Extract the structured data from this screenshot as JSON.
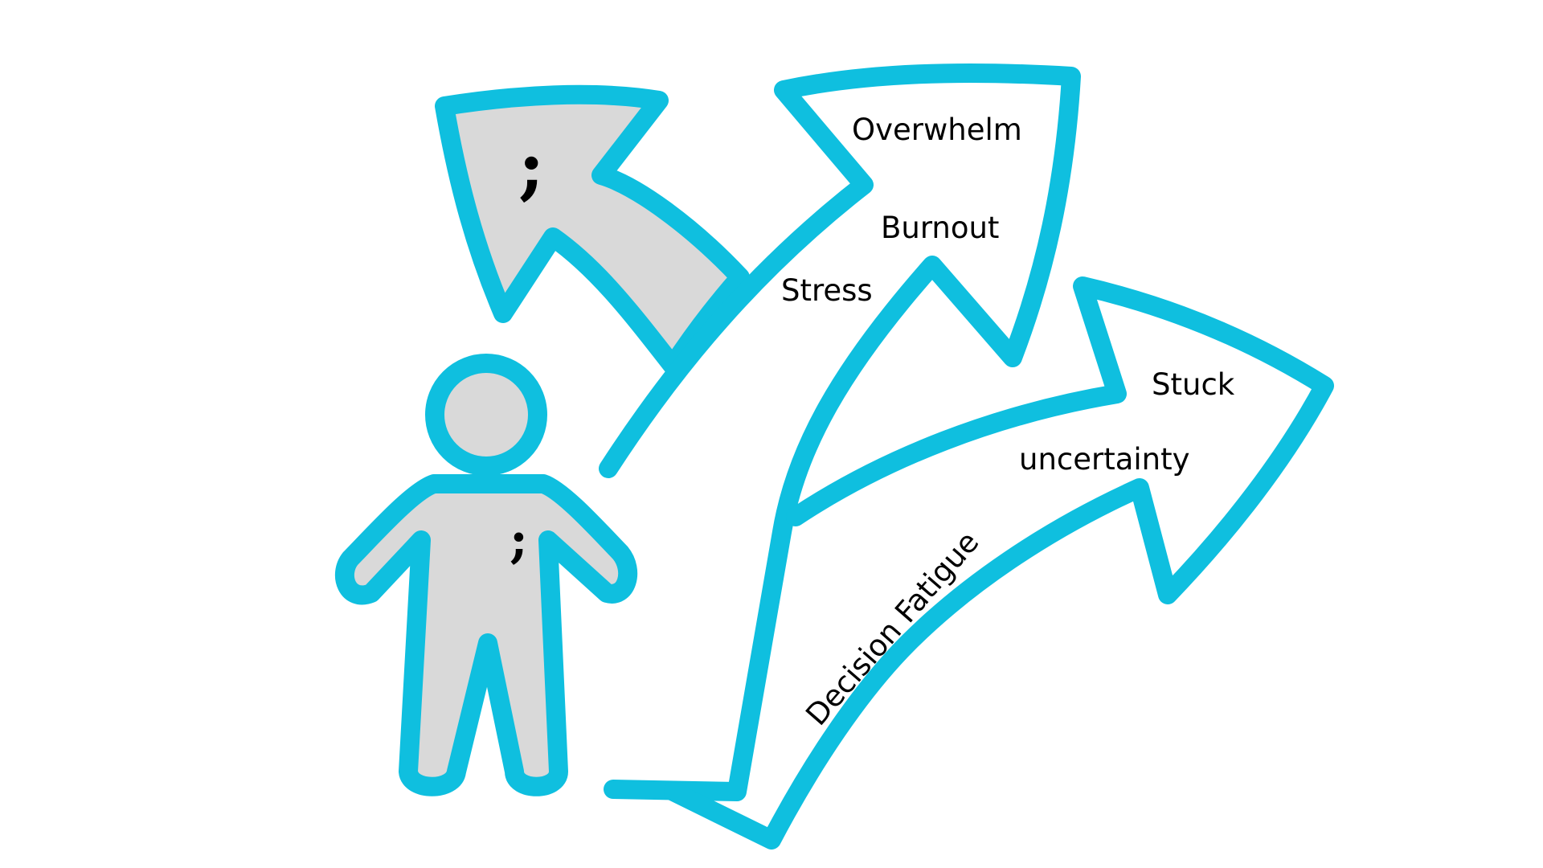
{
  "colors": {
    "outline": "#0fbfdf",
    "fill": "#d9d9d9",
    "text": "#000000",
    "background": "#ffffff"
  },
  "arrows": {
    "up": {
      "symbol": ";"
    },
    "middle": {
      "labels": [
        "Overwhelm",
        "Burnout",
        "Stress"
      ]
    },
    "right": {
      "labels": [
        "Stuck",
        "uncertainty",
        "Decision Fatigue"
      ]
    }
  },
  "person": {
    "symbol": ";"
  }
}
